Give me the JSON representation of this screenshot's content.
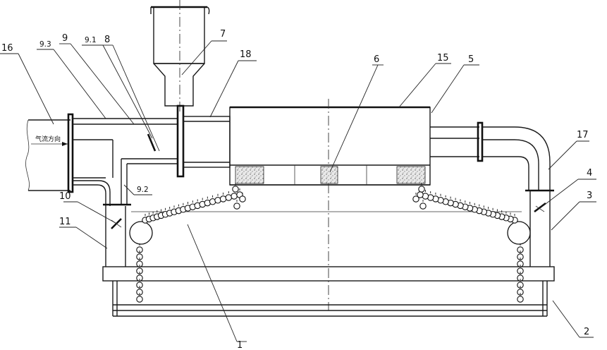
{
  "diagram": {
    "flow_text": "气流方向",
    "callouts": [
      {
        "id": "c16",
        "text": "16"
      },
      {
        "id": "c93",
        "text": "9.3"
      },
      {
        "id": "c9",
        "text": "9"
      },
      {
        "id": "c91",
        "text": "9.1"
      },
      {
        "id": "c8",
        "text": "8"
      },
      {
        "id": "c7",
        "text": "7"
      },
      {
        "id": "c18",
        "text": "18"
      },
      {
        "id": "c6",
        "text": "6"
      },
      {
        "id": "c15",
        "text": "15"
      },
      {
        "id": "c5",
        "text": "5"
      },
      {
        "id": "c17",
        "text": "17"
      },
      {
        "id": "c4",
        "text": "4"
      },
      {
        "id": "c3",
        "text": "3"
      },
      {
        "id": "c10",
        "text": "10"
      },
      {
        "id": "c11",
        "text": "11"
      },
      {
        "id": "c92",
        "text": "9.2"
      },
      {
        "id": "c1",
        "text": "1"
      },
      {
        "id": "c2",
        "text": "2"
      }
    ]
  }
}
